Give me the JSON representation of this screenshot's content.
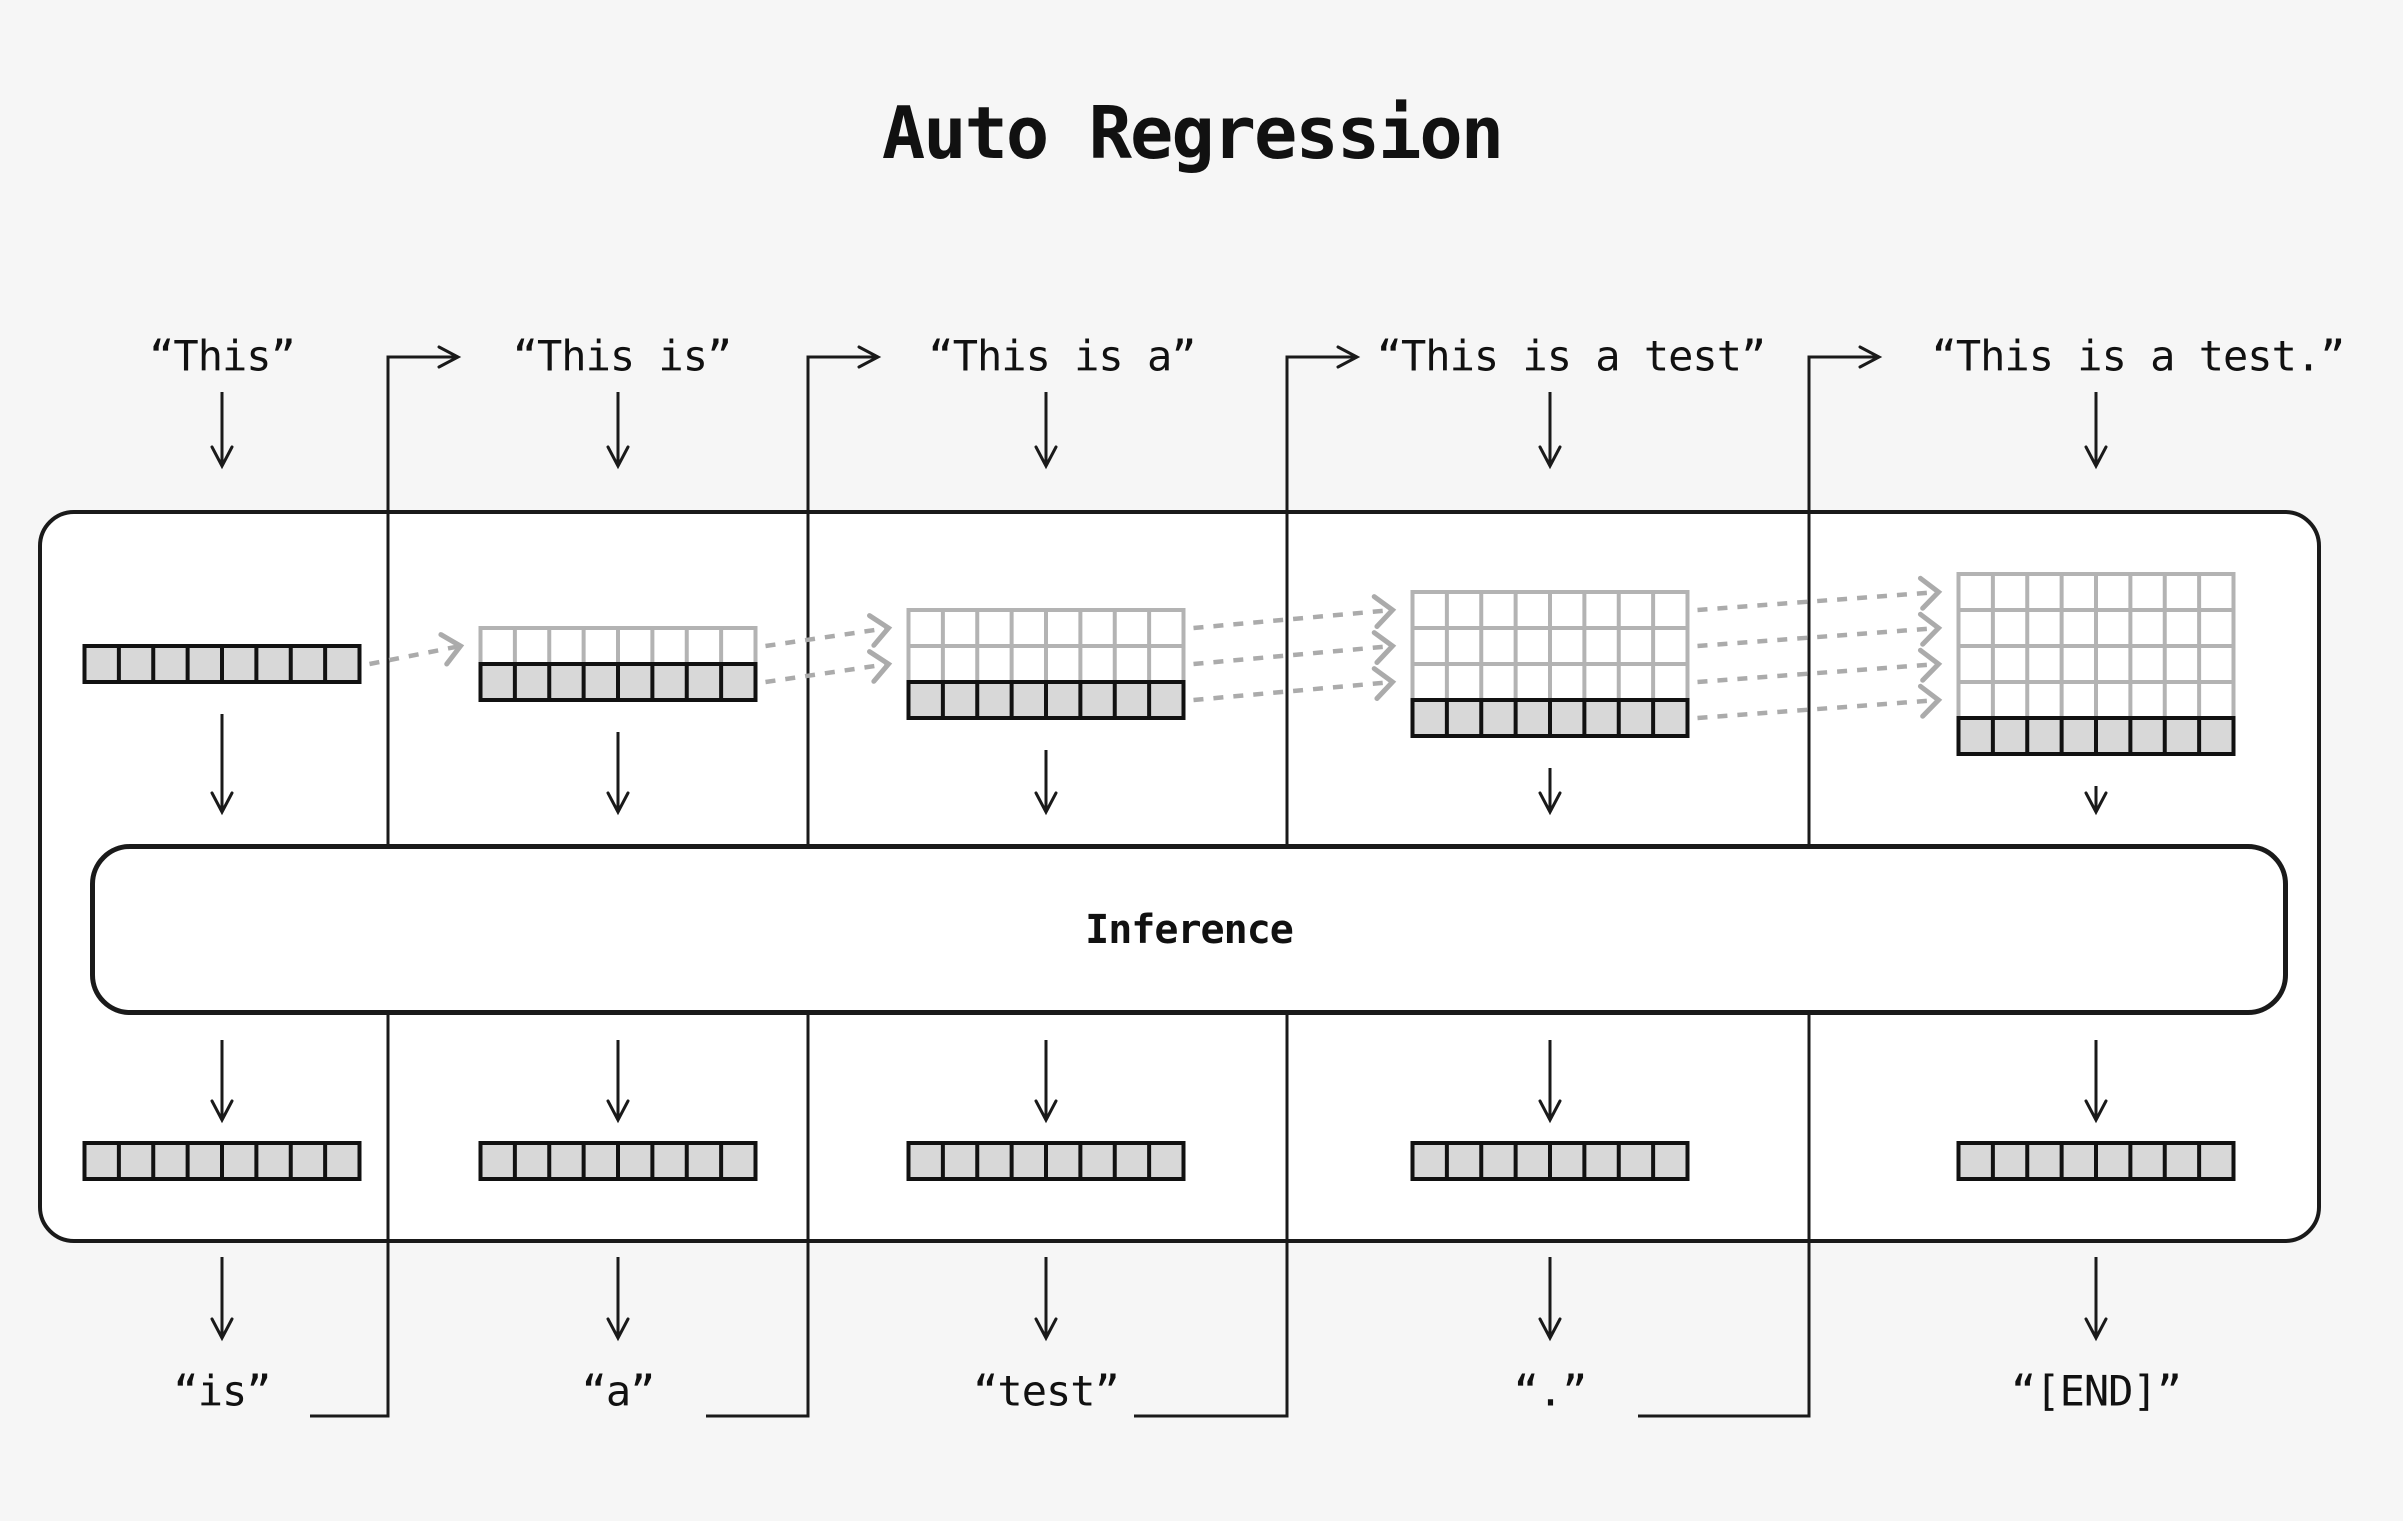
{
  "title": "Auto Regression",
  "inference_box": {
    "label": "Inference"
  },
  "grid": {
    "cells_per_row": 8
  },
  "columns": [
    {
      "input_label": "“This”",
      "kv_rows": 1,
      "output_label": "“is”"
    },
    {
      "input_label": "“This is”",
      "kv_rows": 2,
      "output_label": "“a”"
    },
    {
      "input_label": "“This is a”",
      "kv_rows": 3,
      "output_label": "“test”"
    },
    {
      "input_label": "“This is a test”",
      "kv_rows": 4,
      "output_label": "“.”"
    },
    {
      "input_label": "“This is a test.”",
      "kv_rows": 5,
      "output_label": "“[END]”"
    }
  ],
  "colors": {
    "page_bg": "#f6f6f6",
    "panel_bg": "#ffffff",
    "line": "#1a1a1a",
    "cell_fill": "#d8d8d8",
    "cell_border_dark": "#111111",
    "cell_border_light": "#b3b3b3",
    "dashed_arrow": "#ababab"
  }
}
